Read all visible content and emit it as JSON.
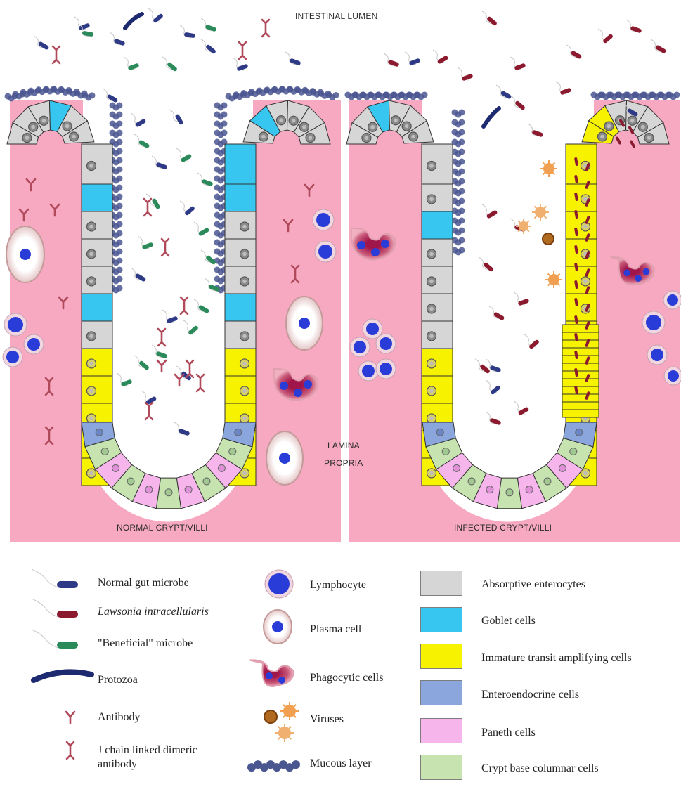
{
  "labels": {
    "lumen": "INTESTINAL LUMEN",
    "lamina_1": "LAMINA",
    "lamina_2": "PROPRIA",
    "normal": "NORMAL CRYPT/VILLI",
    "infected": "INFECTED CRYPT/VILLI"
  },
  "legend": {
    "col1": [
      {
        "icon": "normal-gut-microbe-icon",
        "text": "Normal gut microbe",
        "italic": false
      },
      {
        "icon": "lawsonia-microbe-icon",
        "text": "Lawsonia intracellularis",
        "italic": true
      },
      {
        "icon": "beneficial-microbe-icon",
        "text": "\"Beneficial\" microbe",
        "italic": false
      },
      {
        "icon": "protozoa-icon",
        "text": "Protozoa",
        "italic": false
      },
      {
        "icon": "antibody-icon",
        "text": "Antibody",
        "italic": false
      },
      {
        "icon": "dimeric-antibody-icon",
        "text": "J chain linked dimeric antibody",
        "italic": false
      }
    ],
    "col2": [
      {
        "icon": "lymphocyte-icon",
        "text": "Lymphocyte"
      },
      {
        "icon": "plasma-cell-icon",
        "text": "Plasma cell"
      },
      {
        "icon": "phagocytic-cell-icon",
        "text": "Phagocytic cells"
      },
      {
        "icon": "virus-icon",
        "text": "Viruses"
      },
      {
        "icon": "mucous-layer-icon",
        "text": "Mucous layer"
      }
    ],
    "col3": [
      {
        "text": "Absorptive enterocytes",
        "color": "#d6d6d6"
      },
      {
        "text": "Goblet cells",
        "color": "#36c6f0"
      },
      {
        "text": "Immature transit amplifying cells",
        "color": "#f7f200"
      },
      {
        "text": "Enteroendocrine cells",
        "color": "#8aa6dc"
      },
      {
        "text": "Paneth cells",
        "color": "#f6b6ec"
      },
      {
        "text": "Crypt base columnar cells",
        "color": "#c7e3b0"
      }
    ]
  },
  "colors": {
    "lamina": "#f6a9c1",
    "enterocyte": "#d6d6d6",
    "goblet": "#36c6f0",
    "transit": "#f7f200",
    "enteroendocrine": "#8aa6dc",
    "paneth": "#f6b6ec",
    "cbc": "#c7e3b0",
    "normal_microbe": "#2e3a86",
    "lawsonia": "#8b1a2e",
    "beneficial": "#2a8a5a",
    "antibody": "#b04a5a",
    "mucus": "#4a5690",
    "virus": "#f0a050"
  }
}
